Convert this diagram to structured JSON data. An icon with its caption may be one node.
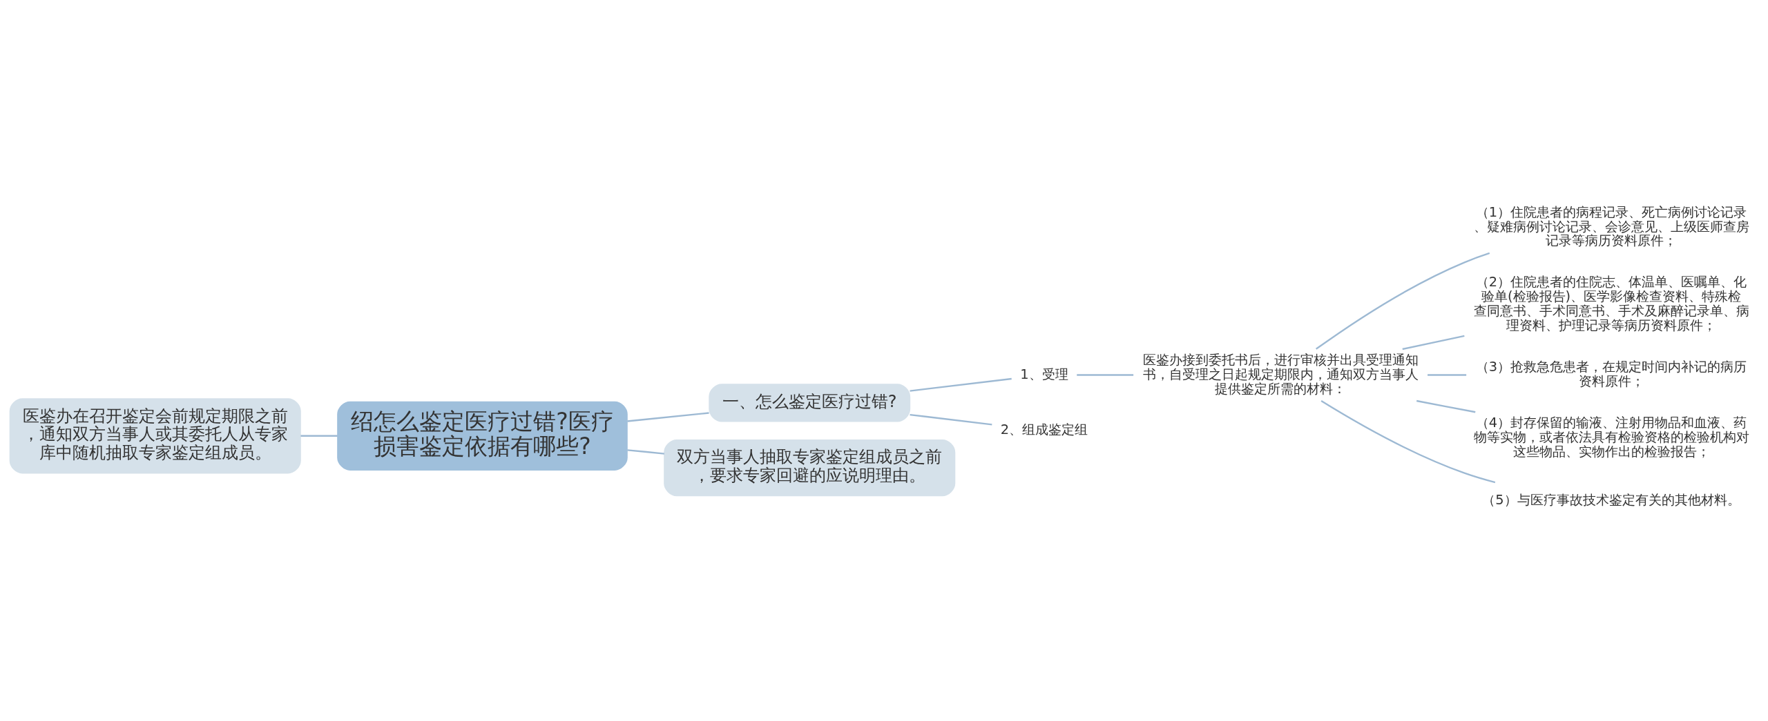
{
  "diagram": {
    "nodes": [
      {
        "text": [
          "绍怎么鉴定医疗过错?医疗损害鉴定依据有哪些?"
        ]
      },
      {
        "text": [
          "医鉴办在召开鉴定会前规定期限之前，通知双方当事人或其委托人从专家库中随机抽取专家鉴定组成员。"
        ]
      },
      {
        "text": [
          "一、怎么鉴定医疗过错?"
        ]
      },
      {
        "text": [
          "双方当事人抽取专家鉴定组成员之前，要求专家回避的应说明理由。"
        ]
      },
      {
        "text": [
          "1、受理"
        ]
      },
      {
        "text": [
          "医鉴办接到委托书后，进行审核并出具受理通知书，自受理之日起规定期限内，通知双方当事人提供鉴定所需的材料："
        ]
      },
      {
        "text": [
          "（1）住院患者的病程记录、死亡病例讨论记录、疑难病例讨论记录、会诊意见、上级医师查房记录等病历资料原件；"
        ]
      },
      {
        "text": [
          "（2）住院患者的住院志、体温单、医嘱单、化验单(检验报告)、医学影像检查资料、特殊检查同意书、手术同意书、手术及麻醉记录单、病理资料、护理记录等病历资料原件；"
        ]
      },
      {
        "text": [
          "（3）抢救急危患者，在规定时间内补记的病历资料原件；"
        ]
      },
      {
        "text": [
          "（4）封存保留的输液、注射用物品和血液、药物等实物，或者依法具有检验资格的检验机构对这些物品、实物作出的检验报告；"
        ]
      },
      {
        "text": [
          "（5）与医疗事故技术鉴定有关的其他材料。"
        ]
      },
      {
        "text": [
          "2、组成鉴定组"
        ]
      }
    ],
    "edges": [
      {
        "from": 1,
        "to": 0,
        "arrow": "none"
      },
      {
        "from": 0,
        "to": 2,
        "arrow": "none"
      },
      {
        "from": 0,
        "to": 3,
        "arrow": "none"
      },
      {
        "from": 2,
        "to": 4,
        "arrow": "none"
      },
      {
        "from": 2,
        "to": 11,
        "arrow": "none"
      },
      {
        "from": 4,
        "to": 5,
        "arrow": "none"
      },
      {
        "from": 5,
        "to": 6,
        "arrow": "none"
      },
      {
        "from": 5,
        "to": 7,
        "arrow": "none"
      },
      {
        "from": 5,
        "to": 8,
        "arrow": "none"
      },
      {
        "from": 5,
        "to": 9,
        "arrow": "none"
      },
      {
        "from": 5,
        "to": 10,
        "arrow": "none"
      }
    ]
  }
}
